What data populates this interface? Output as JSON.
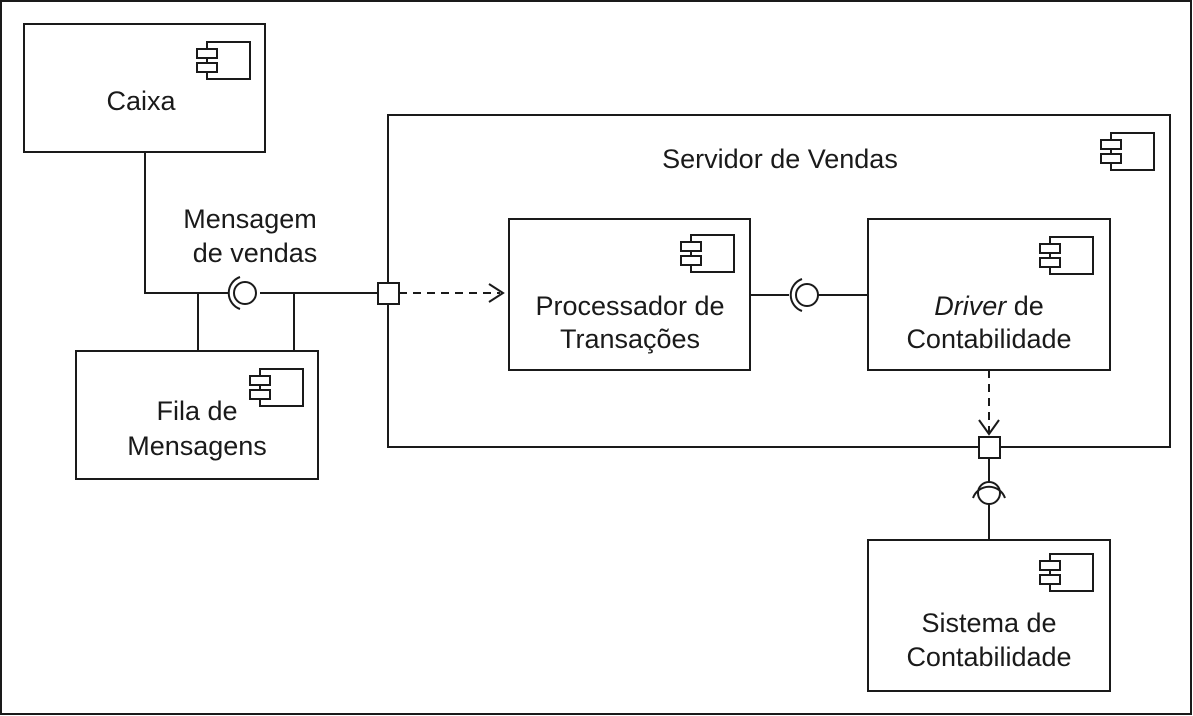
{
  "components": {
    "caixa": {
      "label": "Caixa"
    },
    "fila": {
      "line1": "Fila de",
      "line2": "Mensagens"
    },
    "servidor": {
      "label": "Servidor de Vendas"
    },
    "processador": {
      "line1": "Processador de",
      "line2": "Transações"
    },
    "driver": {
      "line1_italic": "Driver",
      "line1_rest": " de",
      "line2": "Contabilidade"
    },
    "sistema": {
      "line1": "Sistema de",
      "line2": "Contabilidade"
    }
  },
  "interfaces": {
    "mensagem_vendas": {
      "line1": "Mensagem",
      "line2": "de vendas"
    }
  },
  "icons": {
    "component": "component-icon"
  }
}
